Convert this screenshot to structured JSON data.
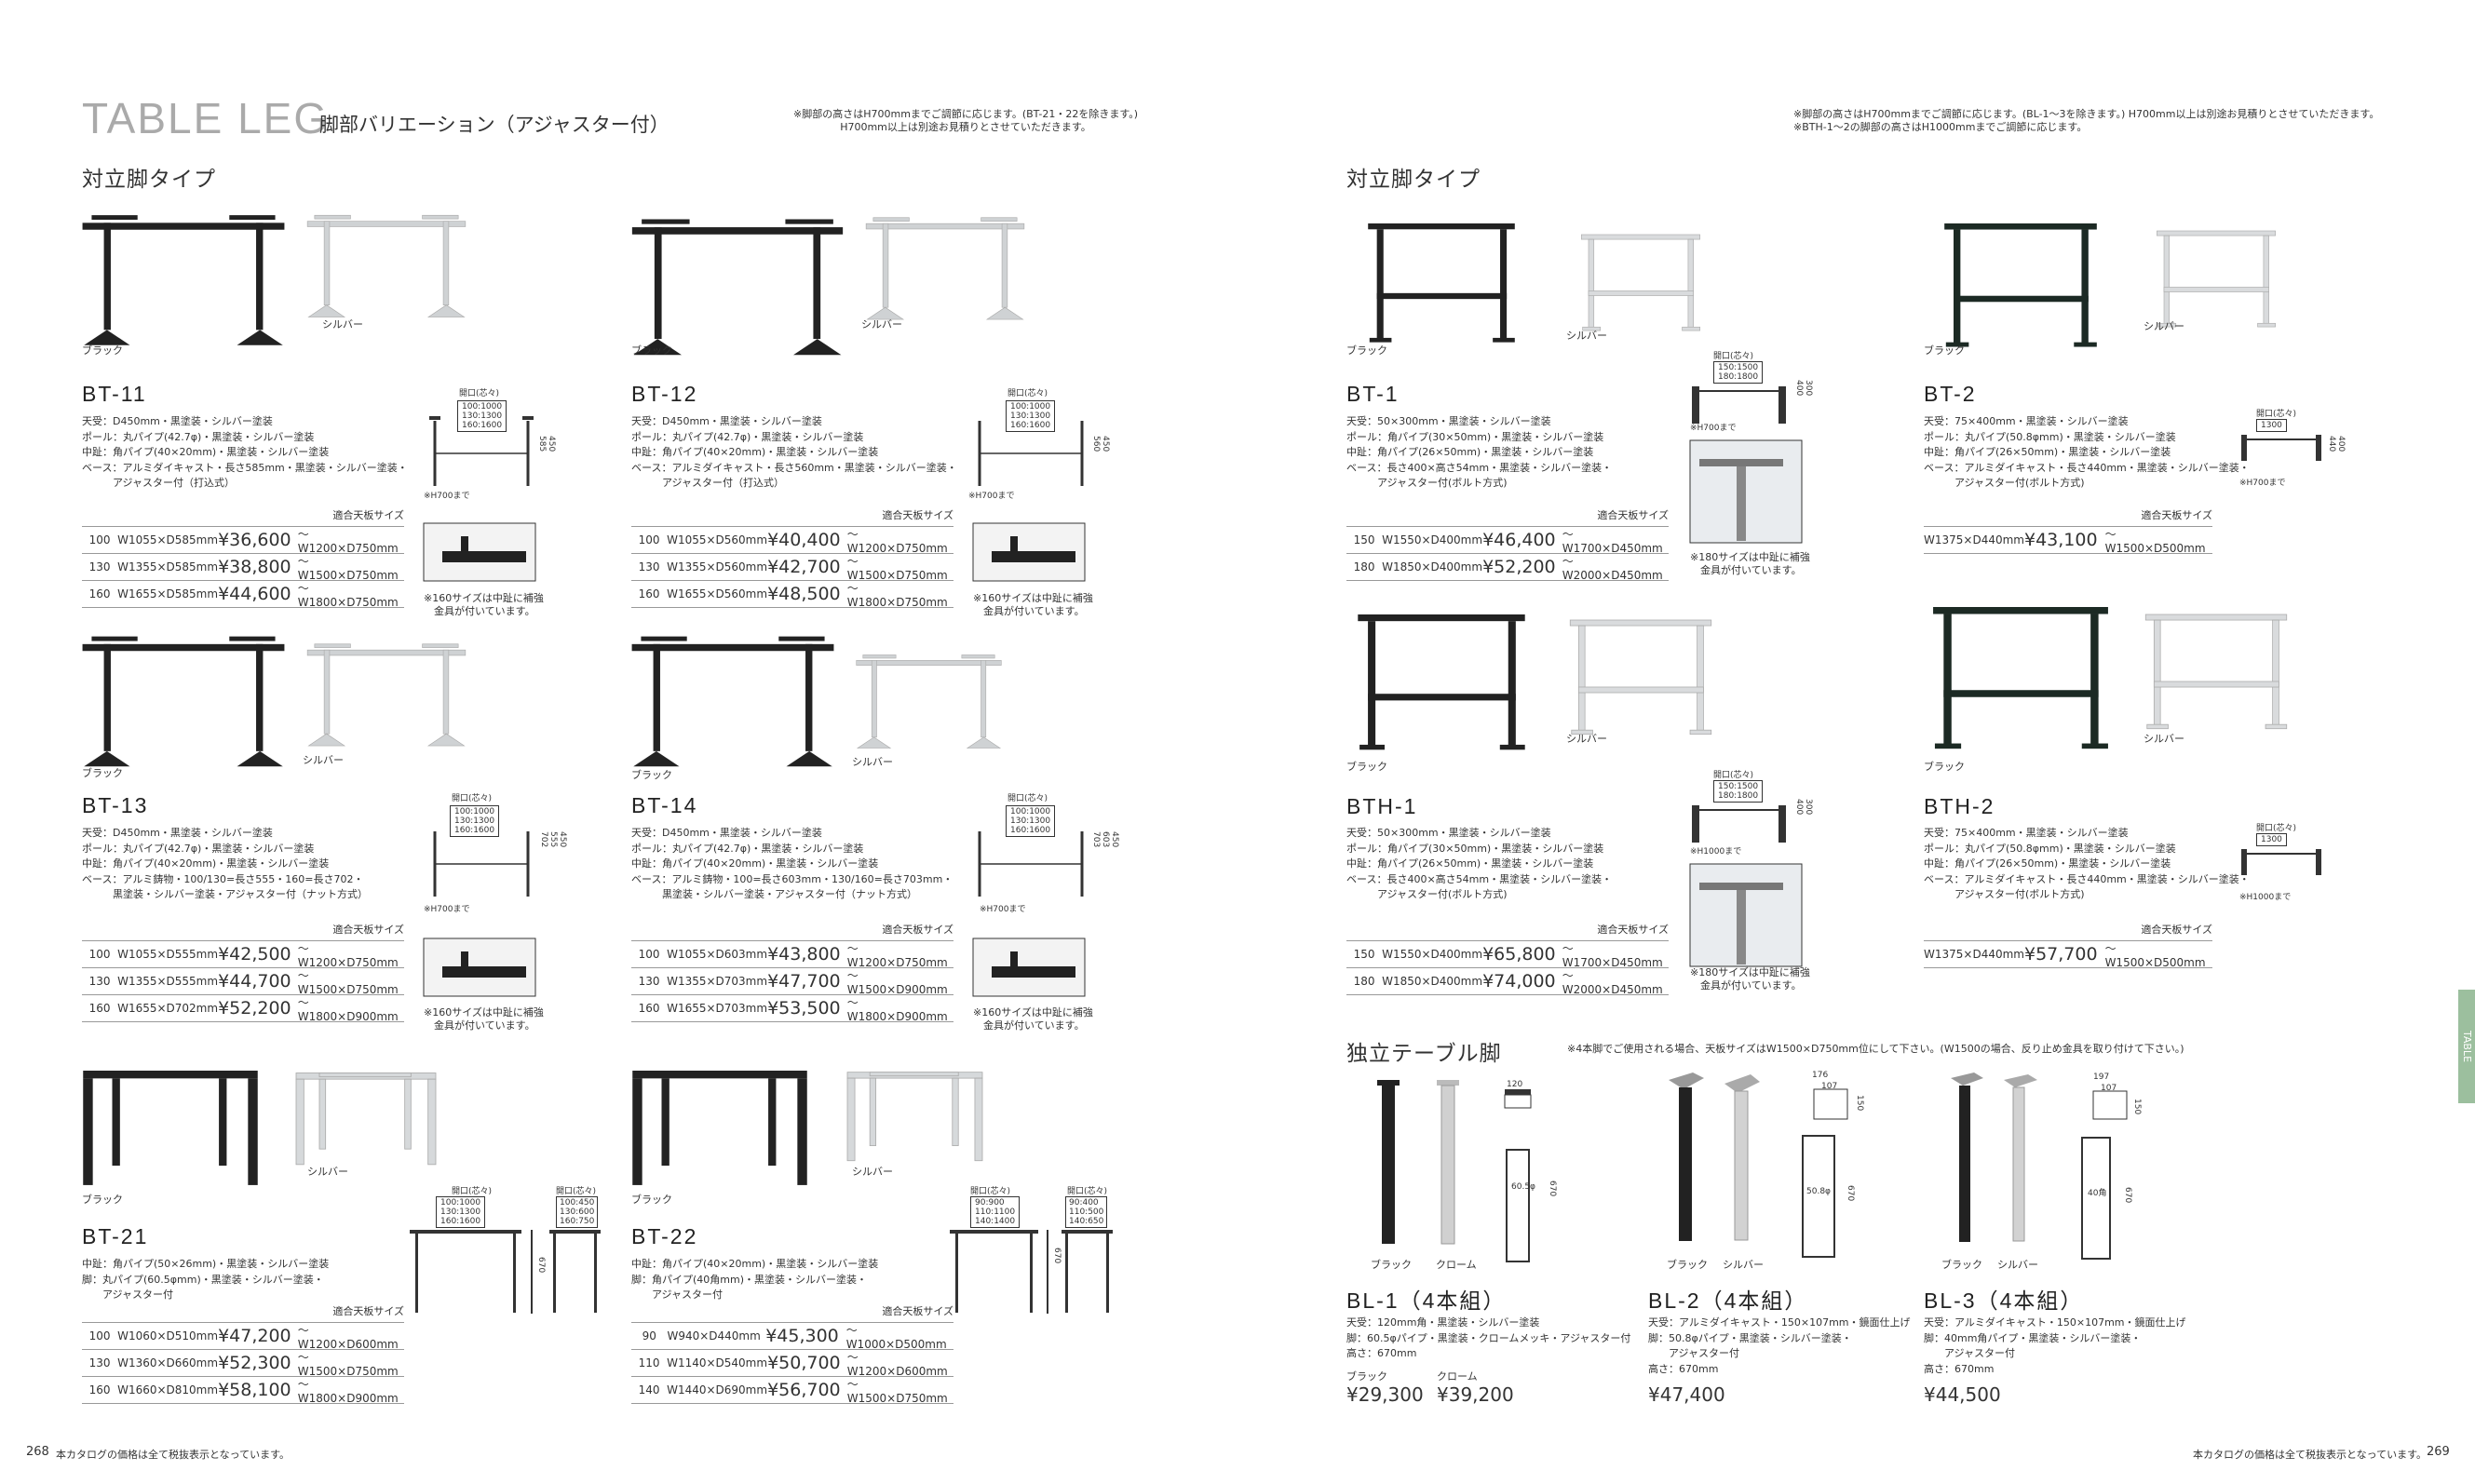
{
  "header": {
    "title": "TABLE LEG",
    "subtitle": "脚部バリエーション（アジャスター付）",
    "note_left": "※脚部の高さはH700mmまでご調節に応じます。(BT-21・22を除きます。)\nH700mm以上は別途お見積りとさせていただきます。",
    "note_right": "※脚部の高さはH700mmまでご調節に応じます。(BL-1～3を除きます。) H700mm以上は別途お見積りとさせていただきます。\n※BTH-1～2の脚部の高さはH1000mmまでご調節に応じます。"
  },
  "sections": {
    "left": "対立脚タイプ",
    "right": "対立脚タイプ",
    "independent": "独立テーブル脚",
    "independent_note": "※4本脚でご使用される場合、天板サイズはW1500×D750mm位にして下さい。(W1500の場合、反り止め金具を取り付けて下さい。)"
  },
  "colors": {
    "black": "ブラック",
    "silver": "シルバー",
    "chrome": "クローム"
  },
  "table_header": "適合天板サイズ",
  "h700": "※H700まで",
  "h1000": "※H1000まで",
  "diag": {
    "title": "開口(芯々)",
    "bt11": "100:1000\n130:1300\n160:1600",
    "bt11v": "450\n585",
    "bt12": "100:1000\n130:1300\n160:1600",
    "bt12v": "450\n560",
    "bt13": "100:1000\n130:1300\n160:1600",
    "bt13v": "450\n555\n702",
    "bt14": "100:1000\n130:1300\n160:1600",
    "bt14v": "450\n603\n703",
    "bt1": "150:1500\n180:1800",
    "bt1v": "300\n400",
    "bt2": "1300",
    "bt2v": "400\n440",
    "bth1": "150:1500\n180:1800",
    "bth2": "1300",
    "bt21a": "100:1000\n130:1300\n160:1600",
    "bt21b": "100:450\n130:600\n160:750",
    "bt22a": "90:900\n110:1100\n140:1400",
    "bt22b": "90:400\n110:500\n140:650",
    "h670": "670",
    "bl1": "120",
    "bl1b": "60.5φ",
    "bl2a": "176",
    "bl2b": "107",
    "bl2c": "150",
    "bl2d": "50.8φ",
    "bl3a": "197",
    "bl3b": "107",
    "bl3c": "150",
    "bl3d": "40角"
  },
  "products": {
    "bt11": {
      "code": "BT-11",
      "spec": "天受：D450mm・黒塗装・シルバー塗装\nポール：丸パイプ(42.7φ)・黒塗装・シルバー塗装\n中趾：角パイプ(40×20mm)・黒塗装・シルバー塗装\nベース：アルミダイキャスト・長さ585mm・黒塗装・シルバー塗装・\n　　　アジャスター付（打込式）",
      "rows": [
        {
          "s": "100",
          "d": "W1055×D585mm",
          "p": "¥36,600",
          "f": "～W1200×D750mm"
        },
        {
          "s": "130",
          "d": "W1355×D585mm",
          "p": "¥38,800",
          "f": "～W1500×D750mm"
        },
        {
          "s": "160",
          "d": "W1655×D585mm",
          "p": "¥44,600",
          "f": "～W1800×D750mm"
        }
      ],
      "note": "※160サイズは中趾に補強\n　金具が付いています。"
    },
    "bt12": {
      "code": "BT-12",
      "spec": "天受：D450mm・黒塗装・シルバー塗装\nポール：丸パイプ(42.7φ)・黒塗装・シルバー塗装\n中趾：角パイプ(40×20mm)・黒塗装・シルバー塗装\nベース：アルミダイキャスト・長さ560mm・黒塗装・シルバー塗装・\n　　　アジャスター付（打込式）",
      "rows": [
        {
          "s": "100",
          "d": "W1055×D560mm",
          "p": "¥40,400",
          "f": "～W1200×D750mm"
        },
        {
          "s": "130",
          "d": "W1355×D560mm",
          "p": "¥42,700",
          "f": "～W1500×D750mm"
        },
        {
          "s": "160",
          "d": "W1655×D560mm",
          "p": "¥48,500",
          "f": "～W1800×D750mm"
        }
      ],
      "note": "※160サイズは中趾に補強\n　金具が付いています。"
    },
    "bt13": {
      "code": "BT-13",
      "spec": "天受：D450mm・黒塗装・シルバー塗装\nポール：丸パイプ(42.7φ)・黒塗装・シルバー塗装\n中趾：角パイプ(40×20mm)・黒塗装・シルバー塗装\nベース：アルミ鋳物・100/130=長さ555・160=長さ702・\n　　　黒塗装・シルバー塗装・アジャスター付（ナット方式）",
      "rows": [
        {
          "s": "100",
          "d": "W1055×D555mm",
          "p": "¥42,500",
          "f": "～W1200×D750mm"
        },
        {
          "s": "130",
          "d": "W1355×D555mm",
          "p": "¥44,700",
          "f": "～W1500×D750mm"
        },
        {
          "s": "160",
          "d": "W1655×D702mm",
          "p": "¥52,200",
          "f": "～W1800×D900mm"
        }
      ],
      "note": "※160サイズは中趾に補強\n　金具が付いています。"
    },
    "bt14": {
      "code": "BT-14",
      "spec": "天受：D450mm・黒塗装・シルバー塗装\nポール：丸パイプ(42.7φ)・黒塗装・シルバー塗装\n中趾：角パイプ(40×20mm)・黒塗装・シルバー塗装\nベース：アルミ鋳物・100=長さ603mm・130/160=長さ703mm・\n　　　黒塗装・シルバー塗装・アジャスター付（ナット方式）",
      "rows": [
        {
          "s": "100",
          "d": "W1055×D603mm",
          "p": "¥43,800",
          "f": "～W1200×D750mm"
        },
        {
          "s": "130",
          "d": "W1355×D703mm",
          "p": "¥47,700",
          "f": "～W1500×D900mm"
        },
        {
          "s": "160",
          "d": "W1655×D703mm",
          "p": "¥53,500",
          "f": "～W1800×D900mm"
        }
      ],
      "note": "※160サイズは中趾に補強\n　金具が付いています。"
    },
    "bt21": {
      "code": "BT-21",
      "spec": "中趾：角パイプ(50×26mm)・黒塗装・シルバー塗装\n脚：丸パイプ(60.5φmm)・黒塗装・シルバー塗装・\n　　アジャスター付",
      "rows": [
        {
          "s": "100",
          "d": "W1060×D510mm",
          "p": "¥47,200",
          "f": "～W1200×D600mm"
        },
        {
          "s": "130",
          "d": "W1360×D660mm",
          "p": "¥52,300",
          "f": "～W1500×D750mm"
        },
        {
          "s": "160",
          "d": "W1660×D810mm",
          "p": "¥58,100",
          "f": "～W1800×D900mm"
        }
      ]
    },
    "bt22": {
      "code": "BT-22",
      "spec": "中趾：角パイプ(40×20mm)・黒塗装・シルバー塗装\n脚：角パイプ(40角mm)・黒塗装・シルバー塗装・\n　　アジャスター付",
      "rows": [
        {
          "s": "90",
          "d": "W940×D440mm",
          "p": "¥45,300",
          "f": "～W1000×D500mm"
        },
        {
          "s": "110",
          "d": "W1140×D540mm",
          "p": "¥50,700",
          "f": "～W1200×D600mm"
        },
        {
          "s": "140",
          "d": "W1440×D690mm",
          "p": "¥56,700",
          "f": "～W1500×D750mm"
        }
      ]
    },
    "bt1": {
      "code": "BT-1",
      "spec": "天受：50×300mm・黒塗装・シルバー塗装\nポール：角パイプ(30×50mm)・黒塗装・シルバー塗装\n中趾：角パイプ(26×50mm)・黒塗装・シルバー塗装\nベース：長さ400×高さ54mm・黒塗装・シルバー塗装・\n　　　アジャスター付(ボルト方式)",
      "rows": [
        {
          "s": "150",
          "d": "W1550×D400mm",
          "p": "¥46,400",
          "f": "～W1700×D450mm"
        },
        {
          "s": "180",
          "d": "W1850×D400mm",
          "p": "¥52,200",
          "f": "～W2000×D450mm"
        }
      ],
      "note": "※180サイズは中趾に補強\n　金具が付いています。"
    },
    "bt2": {
      "code": "BT-2",
      "spec": "天受：75×400mm・黒塗装・シルバー塗装\nポール：丸パイプ(50.8φmm)・黒塗装・シルバー塗装\n中趾：角パイプ(26×50mm)・黒塗装・シルバー塗装\nベース：アルミダイキャスト・長さ440mm・黒塗装・シルバー塗装・\n　　　アジャスター付(ボルト方式)",
      "rows": [
        {
          "s": "",
          "d": "W1375×D440mm",
          "p": "¥43,100",
          "f": "～W1500×D500mm"
        }
      ]
    },
    "bth1": {
      "code": "BTH-1",
      "spec": "天受：50×300mm・黒塗装・シルバー塗装\nポール：角パイプ(30×50mm)・黒塗装・シルバー塗装\n中趾：角パイプ(26×50mm)・黒塗装・シルバー塗装\nベース：長さ400×高さ54mm・黒塗装・シルバー塗装・\n　　　アジャスター付(ボルト方式)",
      "rows": [
        {
          "s": "150",
          "d": "W1550×D400mm",
          "p": "¥65,800",
          "f": "～W1700×D450mm"
        },
        {
          "s": "180",
          "d": "W1850×D400mm",
          "p": "¥74,000",
          "f": "～W2000×D450mm"
        }
      ],
      "note": "※180サイズは中趾に補強\n　金具が付いています。"
    },
    "bth2": {
      "code": "BTH-2",
      "spec": "天受：75×400mm・黒塗装・シルバー塗装\nポール：丸パイプ(50.8φmm)・黒塗装・シルバー塗装\n中趾：角パイプ(26×50mm)・黒塗装・シルバー塗装\nベース：アルミダイキャスト・長さ440mm・黒塗装・シルバー塗装・\n　　　アジャスター付(ボルト方式)",
      "rows": [
        {
          "s": "",
          "d": "W1375×D440mm",
          "p": "¥57,700",
          "f": "～W1500×D500mm"
        }
      ]
    },
    "bl1": {
      "code": "BL-1（4本組）",
      "spec": "天受：120mm角・黒塗装・シルバー塗装\n脚：60.5φパイプ・黒塗装・クロームメッキ・アジャスター付\n高さ：670mm",
      "p1": "¥29,300",
      "p2": "¥39,200"
    },
    "bl2": {
      "code": "BL-2（4本組）",
      "spec": "天受：アルミダイキャスト・150×107mm・鏡面仕上げ\n脚：50.8φパイプ・黒塗装・シルバー塗装・\n　　アジャスター付\n高さ：670mm",
      "p1": "¥47,400"
    },
    "bl3": {
      "code": "BL-3（4本組）",
      "spec": "天受：アルミダイキャスト・150×107mm・鏡面仕上げ\n脚：40mm角パイプ・黒塗装・シルバー塗装・\n　　アジャスター付\n高さ：670mm",
      "p1": "¥44,500"
    }
  },
  "footer": {
    "page_left": "268",
    "page_right": "269",
    "text": "本カタログの価格は全て税抜表示となっています。",
    "tab": "TABLE"
  }
}
